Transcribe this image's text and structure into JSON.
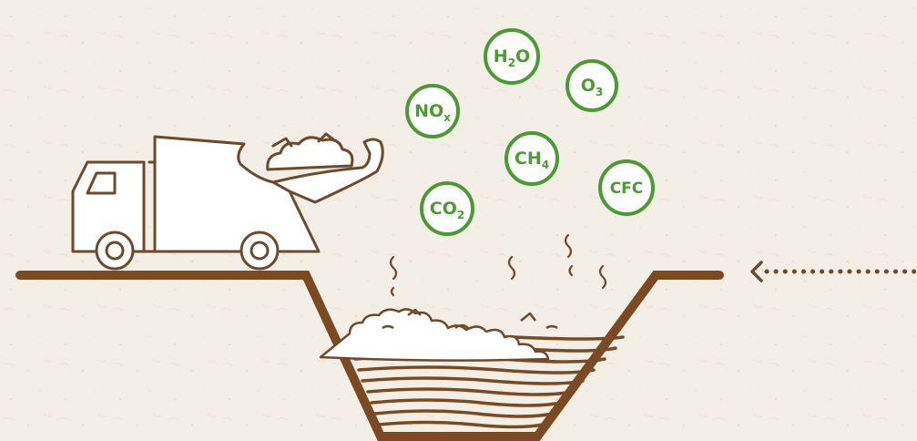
{
  "colors": {
    "background": "#f3efe6",
    "soil": "#7b4a22",
    "outline": "#6e4a2c",
    "truck_fill": "#ffffff",
    "gas_green": "#4c9a33",
    "gas_circle_fill": "#ffffff"
  },
  "gases": [
    {
      "id": "h2o",
      "main": "H",
      "sub": "2",
      "tail": "O"
    },
    {
      "id": "o3",
      "main": "O",
      "sub": "3",
      "tail": ""
    },
    {
      "id": "nox",
      "main": "NO",
      "sub": "x",
      "tail": ""
    },
    {
      "id": "ch4",
      "main": "CH",
      "sub": "4",
      "tail": ""
    },
    {
      "id": "cfc",
      "main": "CFC",
      "sub": "",
      "tail": ""
    },
    {
      "id": "co2",
      "main": "CO",
      "sub": "2",
      "tail": ""
    }
  ],
  "icons": [
    "garbage-truck-icon",
    "landfill-pit-icon",
    "trash-bag-icon",
    "odor-wave-icon",
    "dotted-arrow-icon"
  ]
}
